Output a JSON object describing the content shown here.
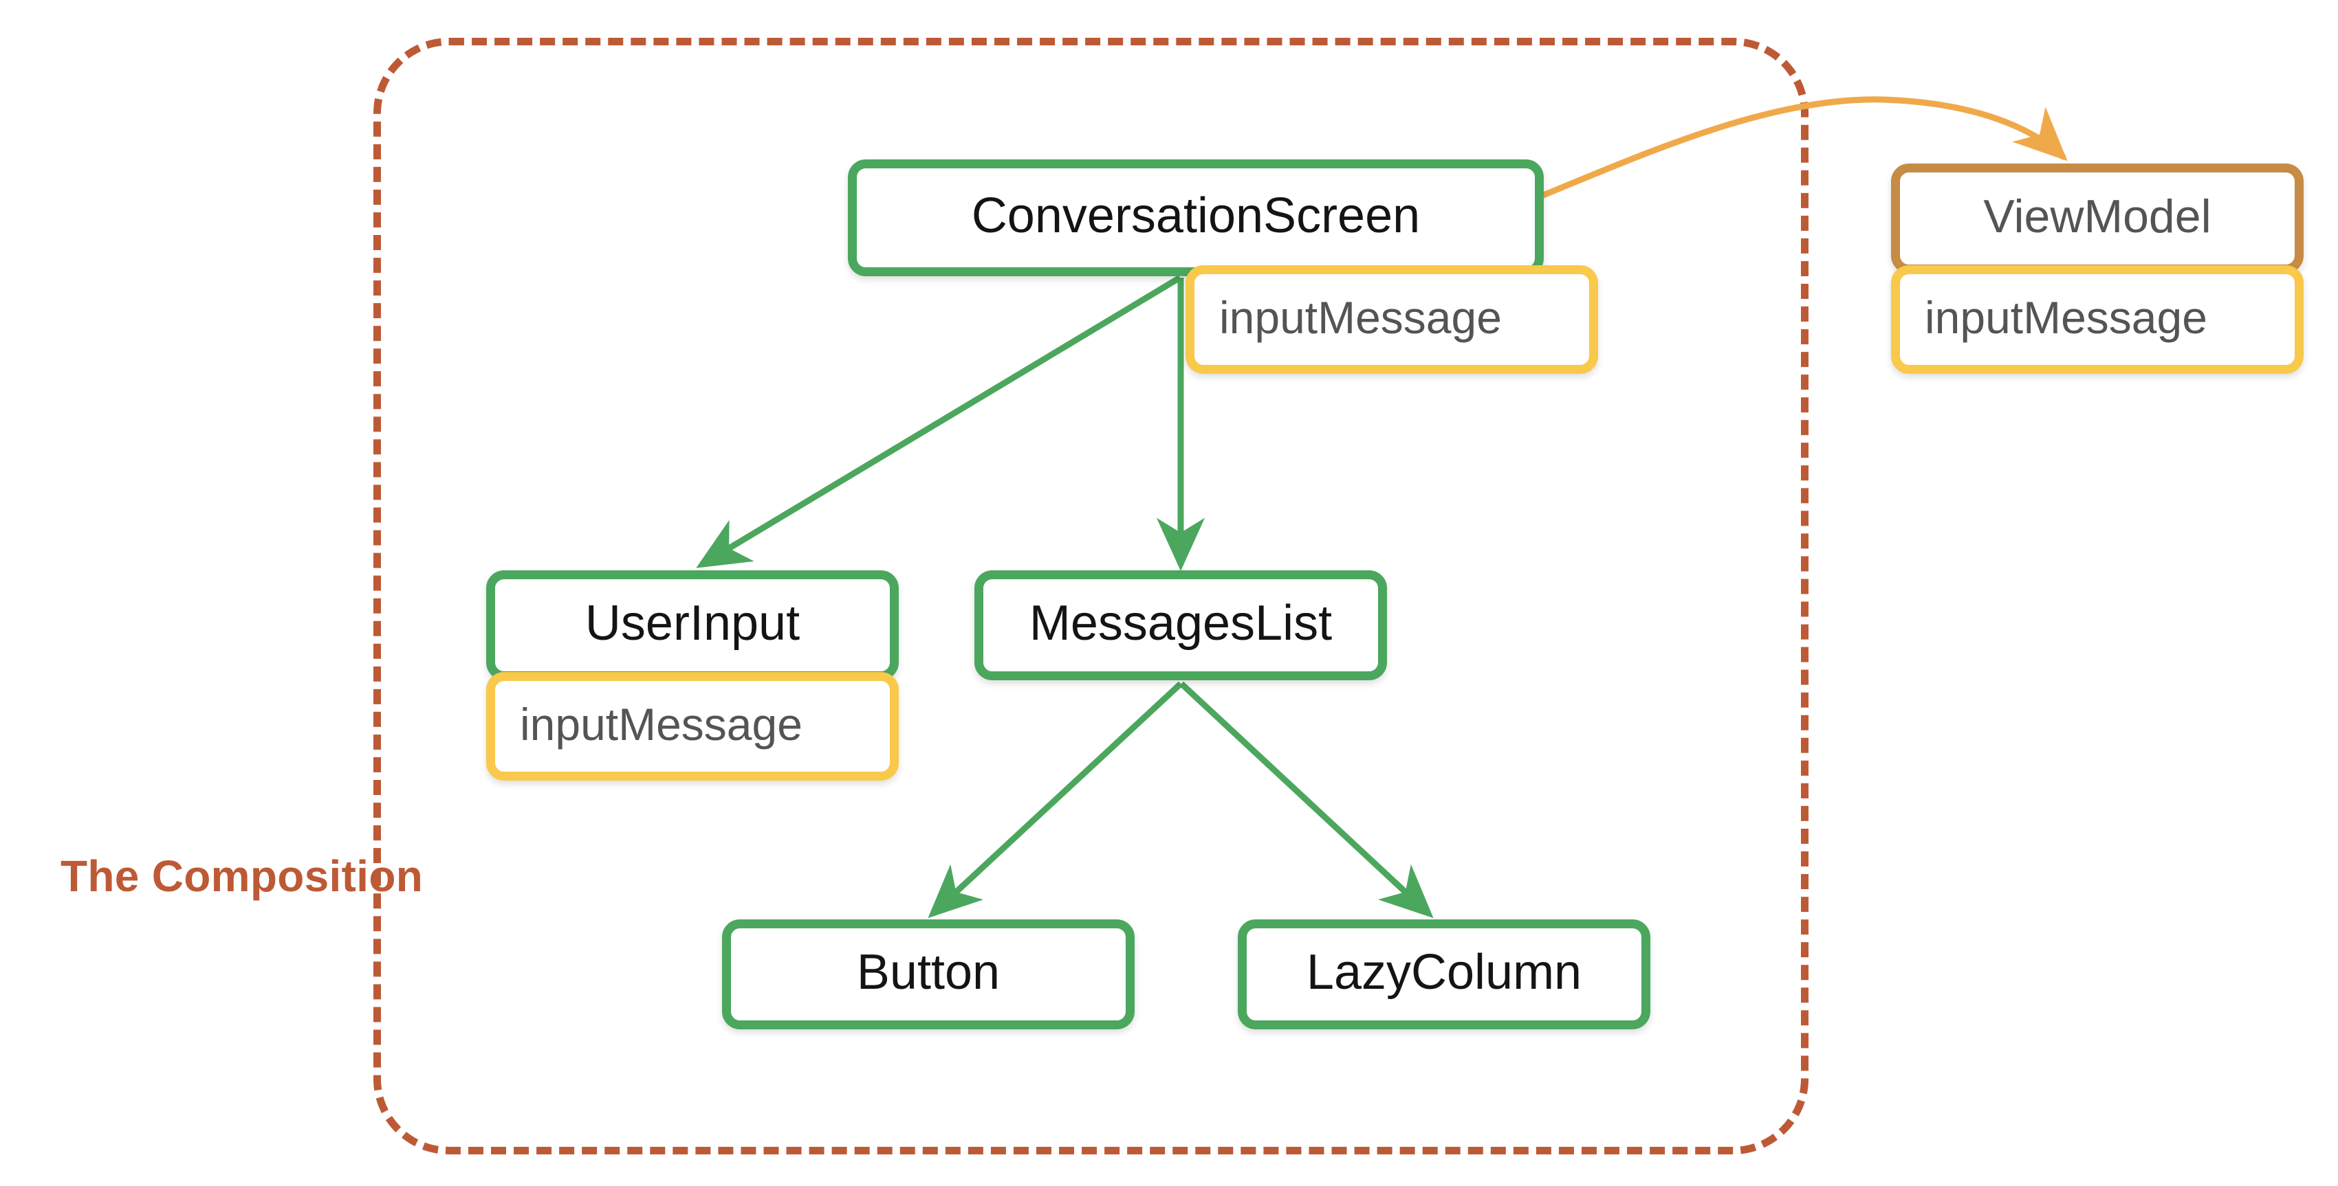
{
  "diagram": {
    "title": "The Composition",
    "boundary_label": "The Composition",
    "colors": {
      "composable_border": "#4ba75d",
      "state_border": "#f8c94a",
      "viewmodel_border": "#c68b44",
      "boundary_dashed": "#bd5a36",
      "composition_label": "#bd5a36",
      "composable_arrow": "#4ba75d",
      "viewmodel_arrow": "#f0a94a",
      "node_fill": "#ffffff",
      "composable_text": "#141414",
      "state_text": "#545454"
    },
    "nodes": [
      {
        "id": "conversation-screen",
        "label": "ConversationScreen",
        "kind": "composable"
      },
      {
        "id": "conversation-inputmessage",
        "label": "inputMessage",
        "kind": "state"
      },
      {
        "id": "userinput",
        "label": "UserInput",
        "kind": "composable"
      },
      {
        "id": "userinput-inputmessage",
        "label": "inputMessage",
        "kind": "state"
      },
      {
        "id": "messageslist",
        "label": "MessagesList",
        "kind": "composable"
      },
      {
        "id": "button",
        "label": "Button",
        "kind": "composable"
      },
      {
        "id": "lazycolumn",
        "label": "LazyColumn",
        "kind": "composable"
      },
      {
        "id": "viewmodel",
        "label": "ViewModel",
        "kind": "viewmodel"
      },
      {
        "id": "viewmodel-inputmessage",
        "label": "inputMessage",
        "kind": "state"
      }
    ],
    "edges": [
      {
        "from": "conversation-screen",
        "to": "userinput",
        "style": "solid-green"
      },
      {
        "from": "conversation-screen",
        "to": "messageslist",
        "style": "solid-green"
      },
      {
        "from": "messageslist",
        "to": "button",
        "style": "solid-green"
      },
      {
        "from": "messageslist",
        "to": "lazycolumn",
        "style": "solid-green"
      },
      {
        "from": "conversation-screen",
        "to": "viewmodel",
        "style": "curved-orange"
      }
    ]
  }
}
